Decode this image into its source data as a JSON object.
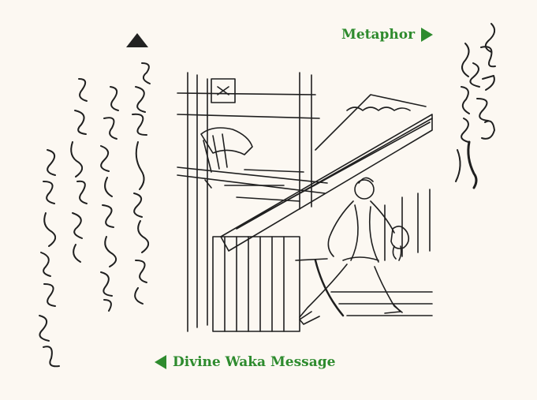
{
  "labels": {
    "metaphor": "Metaphor",
    "divine_waka": "Divine Waka Message"
  },
  "colors": {
    "label_green": "#2e8b2e",
    "ink": "#1f1f1f",
    "paper": "#fcf8f2"
  },
  "icons": {
    "metaphor_arrow": "triangle-right",
    "divine_arrow": "triangle-left",
    "poem_marker": "triangle-up"
  }
}
